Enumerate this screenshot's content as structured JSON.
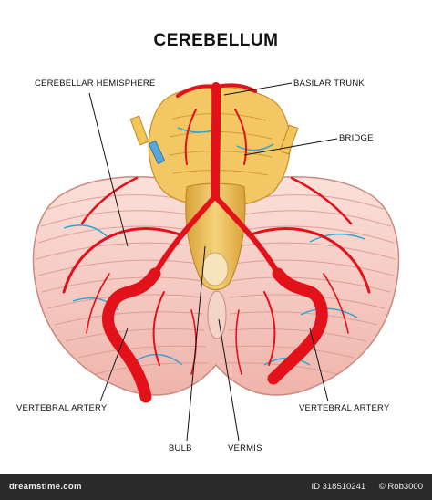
{
  "title": "CEREBELLUM",
  "labels": {
    "cerebellar_hemisphere": "CEREBELLAR HEMISPHERE",
    "basilar_trunk": "BASILAR TRUNK",
    "bridge": "BRIDGE",
    "vertebral_artery_left": "VERTEBRAL ARTERY",
    "vertebral_artery_right": "VERTEBRAL ARTERY",
    "bulb": "BULB",
    "vermis": "VERMIS"
  },
  "footer": {
    "brand": "dreamstime.com",
    "id": "ID 318510241",
    "author": "© Rob3000"
  },
  "colors": {
    "artery": "#e3121a",
    "vein": "#2aa3d6",
    "hemisphere": "#f6c9c2",
    "folia": "#d99a92",
    "brainstem": "#f0c35a",
    "vermis": "#f7dfb0"
  }
}
